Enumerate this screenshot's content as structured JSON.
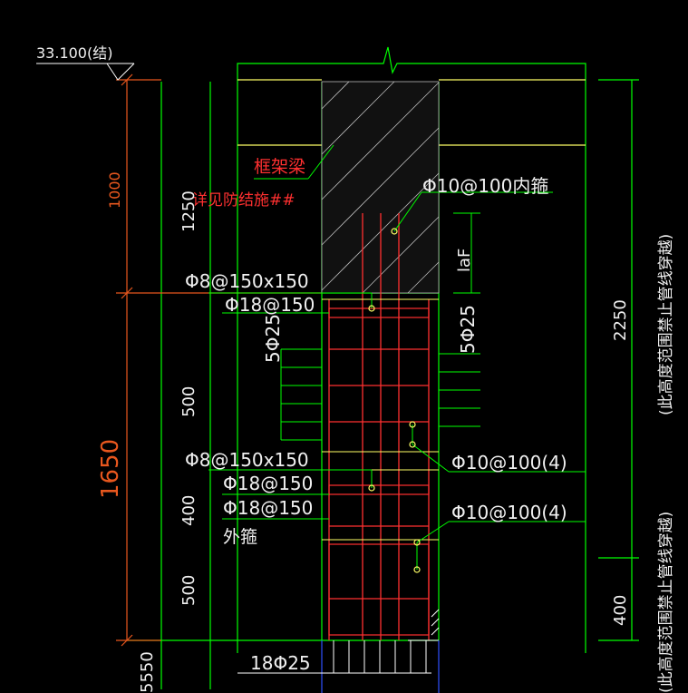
{
  "elevation": {
    "label": "33.100(结)"
  },
  "labels": {
    "frame_beam": "框架梁",
    "frost_note": "详见防结施##",
    "inner_stirrup": "Φ10@100内箍",
    "laf": "laF",
    "mesh_top": "Φ8@150x150",
    "bar_top": "Φ18@150",
    "side_left": "5Φ25",
    "side_right": "5Φ25",
    "mesh_bottom": "Φ8@150x150",
    "bar_mid_1": "Φ18@150",
    "bar_mid_2": "Φ18@150",
    "outer_stirrup": "外箍",
    "stirrup_1": "Φ10@100(4)",
    "stirrup_2": "Φ10@100(4)",
    "bottom_bars": "18Φ25",
    "note_right_top": "(此高度范围禁止管线穿越)",
    "note_right_bottom": "(此高度范围禁止管线穿越)"
  },
  "dimensions": {
    "d1000": "1000",
    "d1250": "1250",
    "d1650": "1650",
    "d500a": "500",
    "d400a": "400",
    "d500b": "500",
    "d5550": "5550",
    "d2250": "2250",
    "d400b": "400"
  },
  "colors": {
    "background": "#000000",
    "structure_line": "#00ff00",
    "rebar": "#ff3030",
    "dimension": "#e8571e",
    "text": "#f0f0f0",
    "beam_line": "#ffff66",
    "hatch": "#ffffff",
    "leader": "#00ffff"
  }
}
